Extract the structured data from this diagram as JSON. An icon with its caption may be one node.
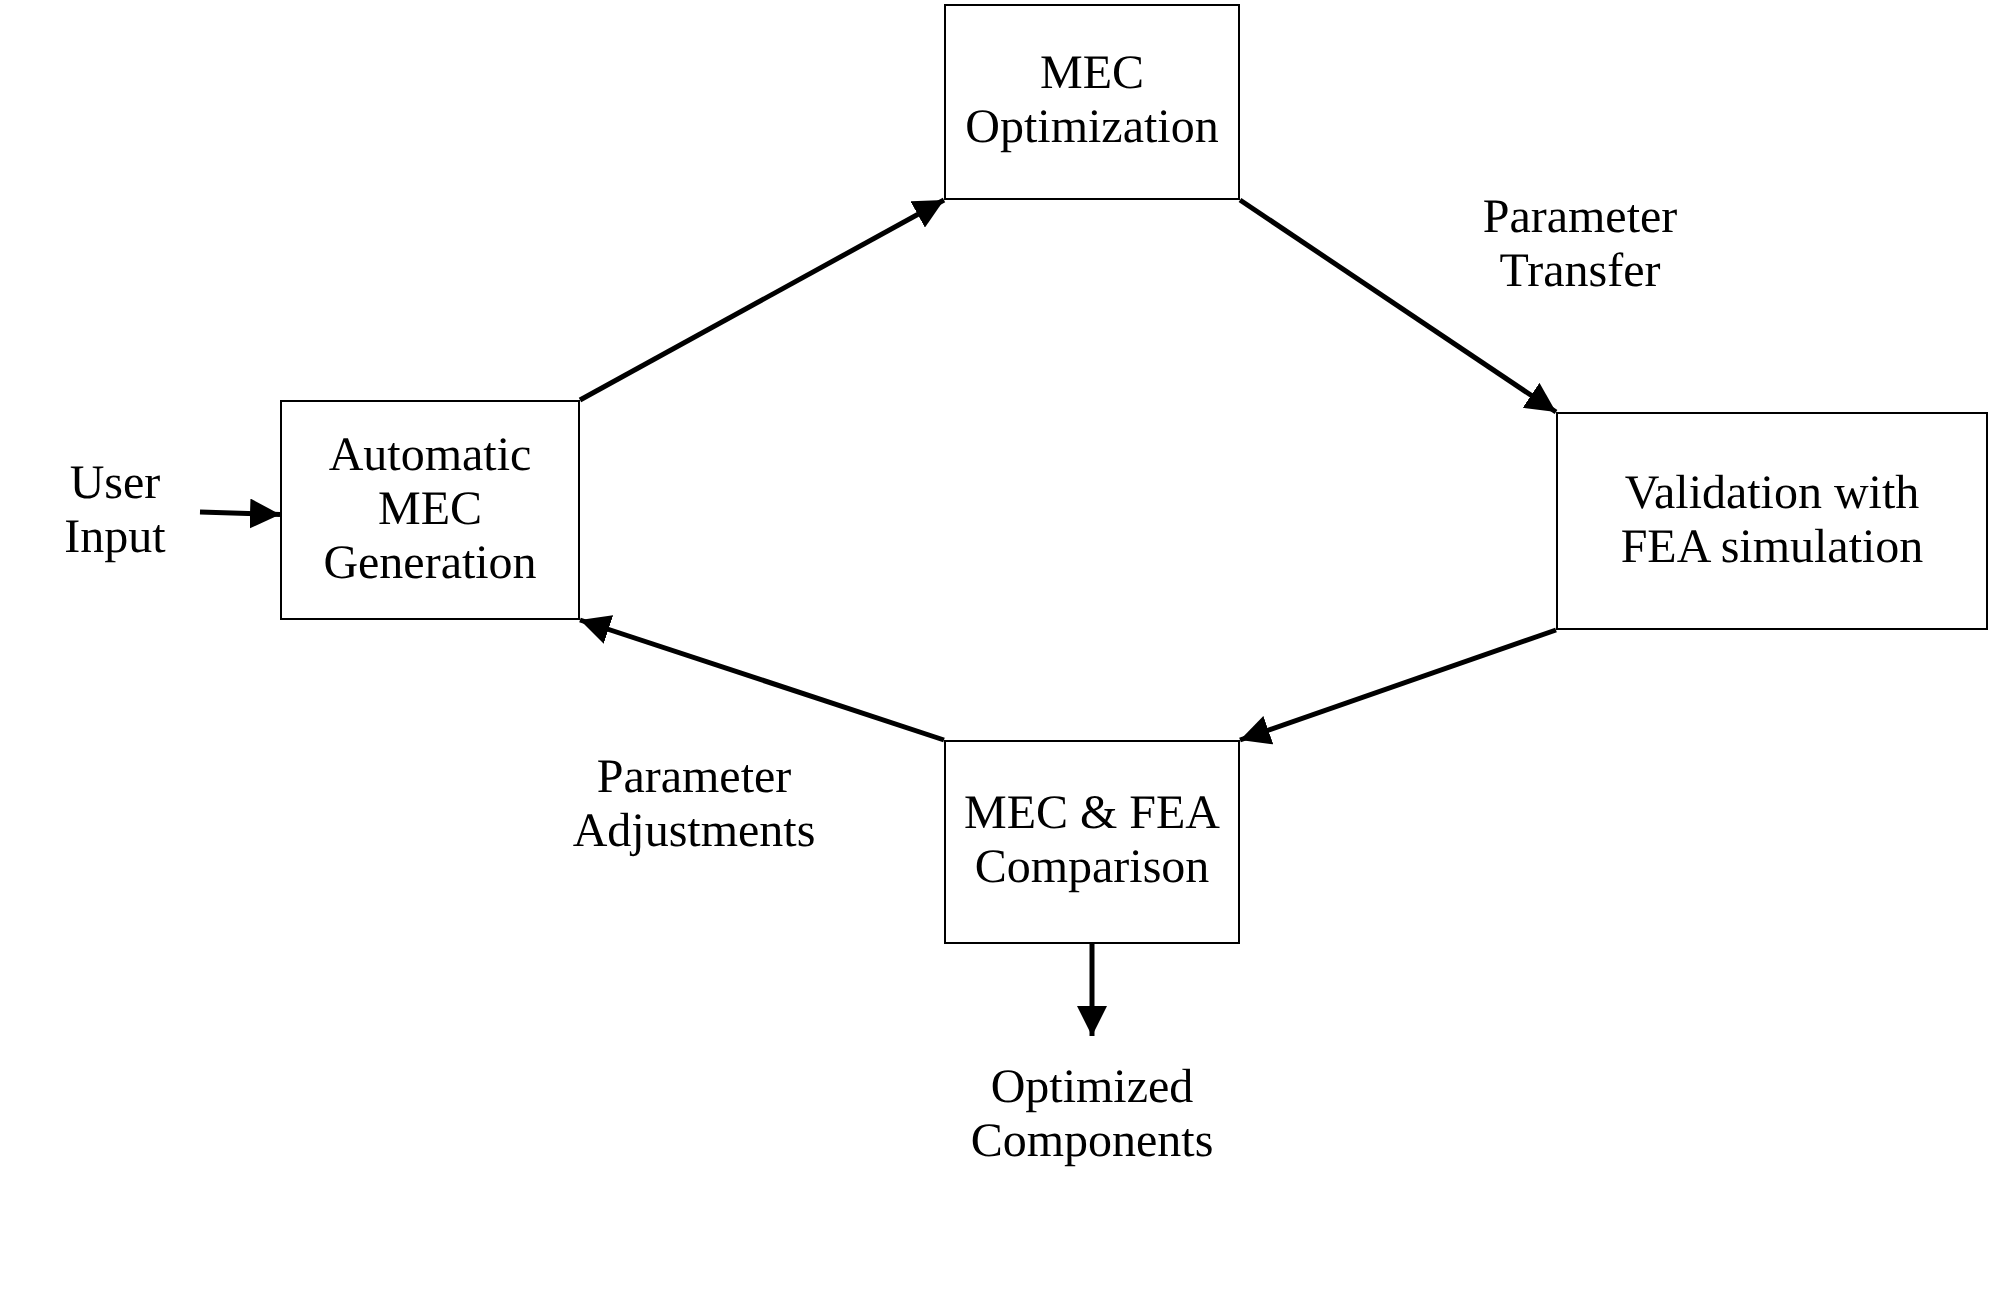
{
  "diagram": {
    "nodes": [
      {
        "text": [
          "User Input"
        ]
      },
      {
        "text": [
          "Automatic MEC Generation"
        ]
      },
      {
        "text": [
          "MEC Optimization"
        ]
      },
      {
        "text": [
          "Validation with FEA simulation"
        ]
      },
      {
        "text": [
          "MEC & FEA Comparison"
        ]
      },
      {
        "text": [
          "Optimized Components"
        ]
      }
    ],
    "edges": [
      {
        "from": 0,
        "to": 1,
        "arrow": "to"
      },
      {
        "from": 1,
        "to": 2,
        "arrow": "to"
      },
      {
        "from": 2,
        "to": 3,
        "arrow": "to",
        "label": "Parameter Transfer"
      },
      {
        "from": 3,
        "to": 4,
        "arrow": "to"
      },
      {
        "from": 4,
        "to": 1,
        "arrow": "to",
        "label": "Parameter Adjustments"
      },
      {
        "from": 4,
        "to": 5,
        "arrow": "to"
      }
    ]
  }
}
